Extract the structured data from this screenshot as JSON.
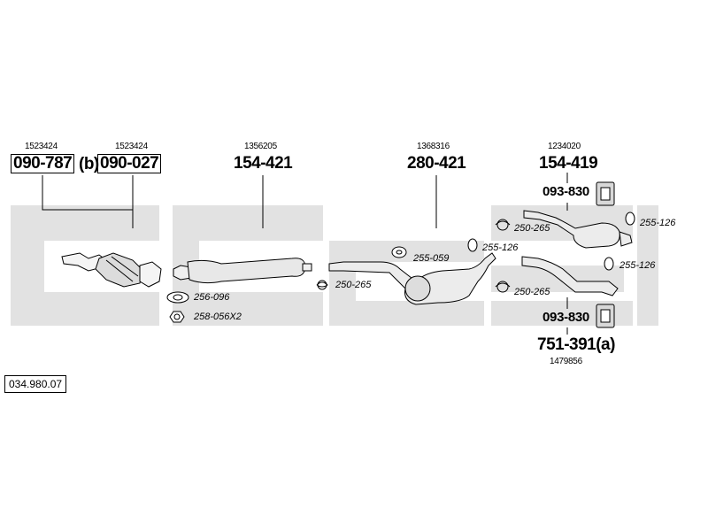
{
  "diagram": {
    "reference": "034.980.07",
    "oem_numbers": [
      "1523424",
      "1523424",
      "1356205",
      "1368316",
      "1234020",
      "1479856"
    ],
    "parts": {
      "p1": "090-787",
      "p1_suffix": "(b)",
      "p2": "090-027",
      "p3": "154-421",
      "p4": "280-421",
      "p5": "154-419",
      "p6": "093-830",
      "p7": "093-830",
      "p8": "751-391(a)"
    },
    "accessories": {
      "gasket": "256-096",
      "nut": "258-056X2",
      "clamp1": "250-265",
      "hanger1": "255-059",
      "hanger2": "255-126",
      "clamp2": "250-265",
      "hanger3": "255-126",
      "hanger4": "255-126",
      "clamp3": "250-265"
    }
  }
}
